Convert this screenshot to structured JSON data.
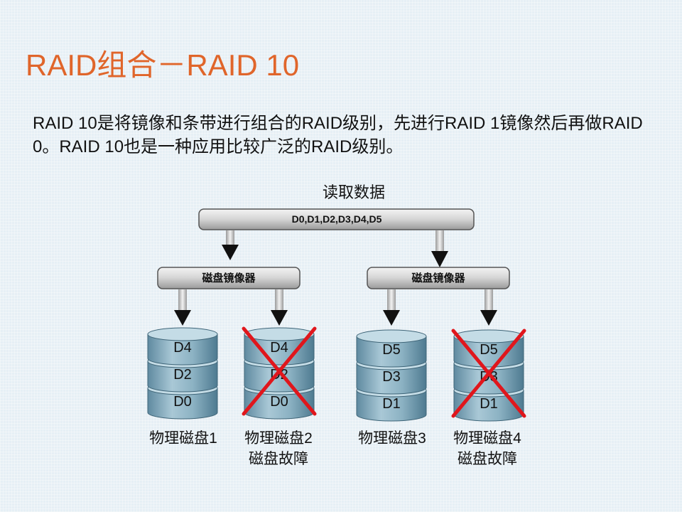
{
  "title": "RAID组合－RAID 10",
  "description": "RAID 10是将镜像和条带进行组合的RAID级别，先进行RAID 1镜像然后再做RAID  0。RAID 10也是一种应用比较广泛的RAID级别。",
  "diagram": {
    "read_label": "读取数据",
    "top_bar_label": "D0,D1,D2,D3,D4,D5",
    "mirrors": [
      {
        "label": "磁盘镜像器"
      },
      {
        "label": "磁盘镜像器"
      }
    ],
    "disks": [
      {
        "layers": [
          "D4",
          "D2",
          "D0"
        ],
        "name": "物理磁盘1",
        "status": "",
        "failed": false
      },
      {
        "layers": [
          "D4",
          "D2",
          "D0"
        ],
        "name": "物理磁盘2",
        "status": "磁盘故障",
        "failed": true
      },
      {
        "layers": [
          "D5",
          "D3",
          "D1"
        ],
        "name": "物理磁盘3",
        "status": "",
        "failed": false
      },
      {
        "layers": [
          "D5",
          "D3",
          "D1"
        ],
        "name": "物理磁盘4",
        "status": "磁盘故障",
        "failed": true
      }
    ],
    "colors": {
      "title": "#e0652a",
      "disk_body": "#7fa6b8",
      "disk_top": "#c4dce6",
      "cross": "#e0161c"
    }
  }
}
